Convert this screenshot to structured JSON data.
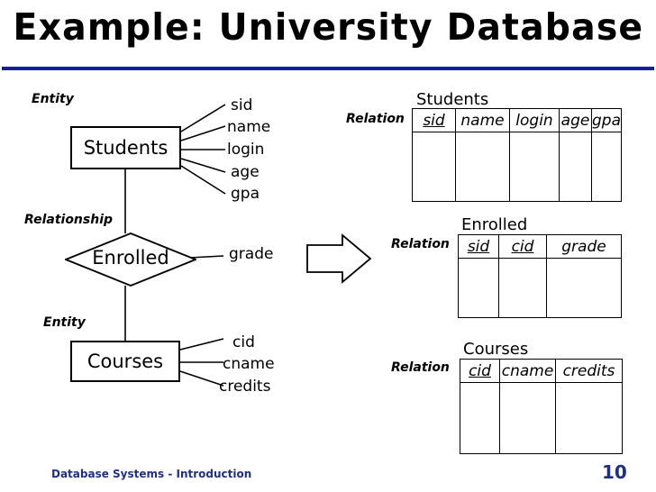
{
  "slide": {
    "title": "Example: University Database",
    "accent_color": "#10219b",
    "footer_color": "#1f3080",
    "footer_text": "Database Systems - Introduction",
    "page_number": "10"
  },
  "er_diagram": {
    "labels": {
      "entity_top": "Entity",
      "relationship": "Relationship",
      "entity_bottom": "Entity"
    },
    "students_entity": {
      "name": "Students",
      "attributes": [
        "sid",
        "name",
        "login",
        "age",
        "gpa"
      ]
    },
    "enrolled_relationship": {
      "name": "Enrolled",
      "attributes": [
        "grade"
      ]
    },
    "courses_entity": {
      "name": "Courses",
      "attributes": [
        "cid",
        "cname",
        "credits"
      ]
    },
    "transform_arrow": "right-arrow"
  },
  "relations": [
    {
      "tag": "Relation",
      "title": "Students",
      "columns": [
        {
          "name": "sid",
          "primary_key": true
        },
        {
          "name": "name",
          "primary_key": false
        },
        {
          "name": "login",
          "primary_key": false
        },
        {
          "name": "age",
          "primary_key": false
        },
        {
          "name": "gpa",
          "primary_key": false
        }
      ],
      "rows": []
    },
    {
      "tag": "Relation",
      "title": "Enrolled",
      "columns": [
        {
          "name": "sid",
          "primary_key": true
        },
        {
          "name": "cid",
          "primary_key": true
        },
        {
          "name": "grade",
          "primary_key": false
        }
      ],
      "rows": []
    },
    {
      "tag": "Relation",
      "title": "Courses",
      "columns": [
        {
          "name": "cid",
          "primary_key": true
        },
        {
          "name": "cname",
          "primary_key": false
        },
        {
          "name": "credits",
          "primary_key": false
        }
      ],
      "rows": []
    }
  ]
}
